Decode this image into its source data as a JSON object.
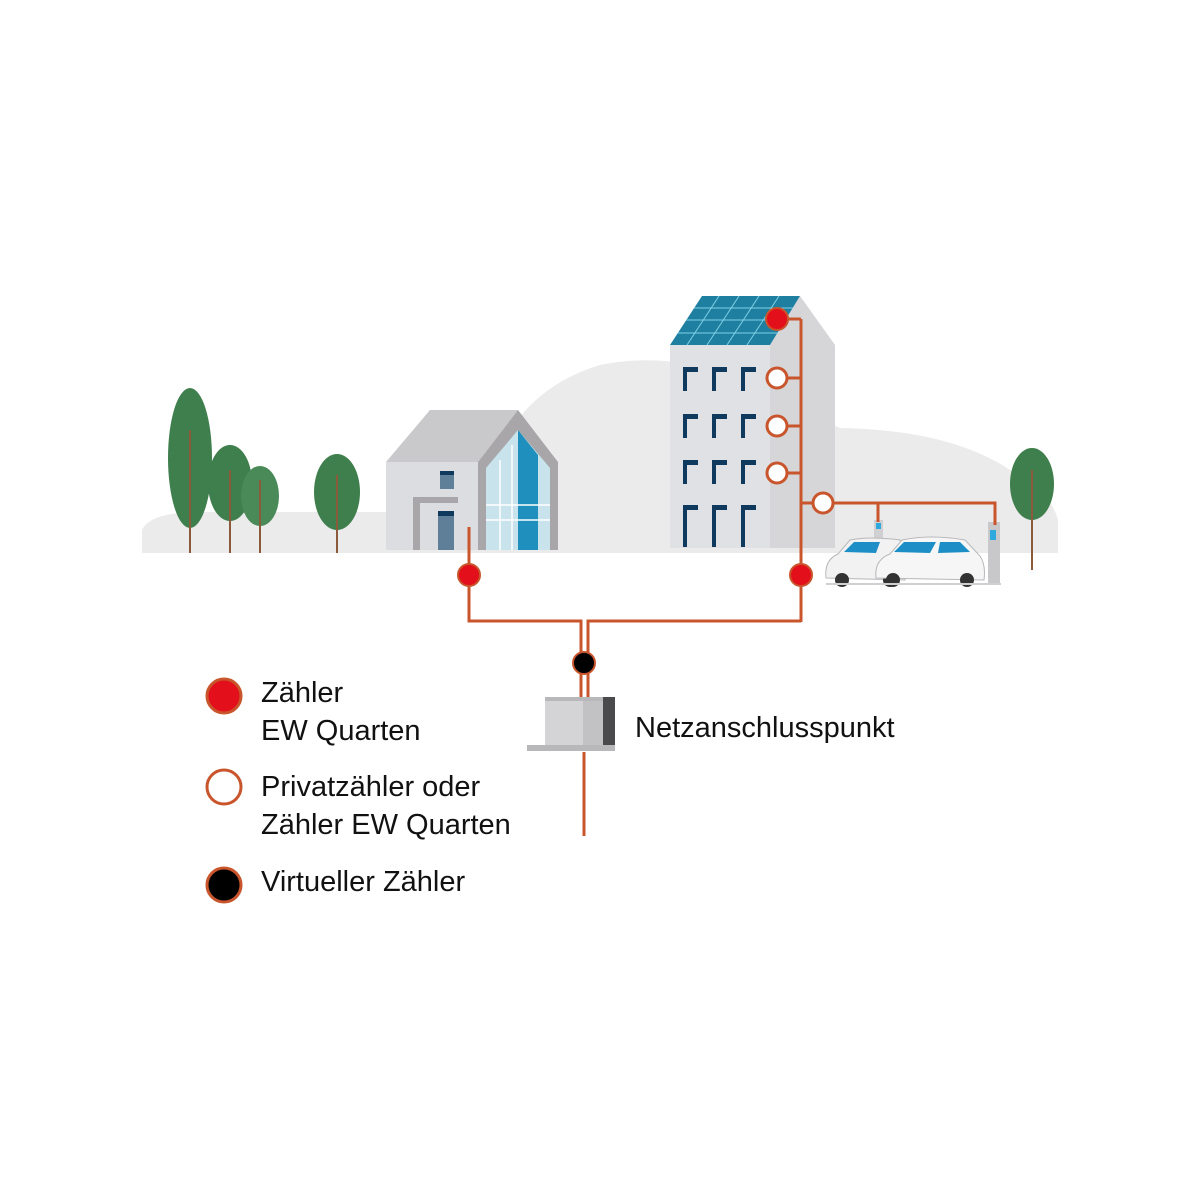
{
  "legend": {
    "items": [
      {
        "line1": "Zähler",
        "line2": "EW Quarten",
        "symbol": "filled-red-circle"
      },
      {
        "line1": "Privatzähler oder",
        "line2": "Zähler EW Quarten",
        "symbol": "open-circle"
      },
      {
        "line1": "Virtueller Zähler",
        "symbol": "filled-black-circle"
      }
    ]
  },
  "grid_connection": {
    "label": "Netzanschlusspunkt"
  },
  "colors": {
    "line": "#c9552c",
    "meter_red": "#e3101b",
    "virtual_meter": "#000000",
    "tree": "#3f7f4e",
    "ground": "#ebebeb",
    "solar": "#1e7fa0",
    "window": "#0f3a5e"
  }
}
